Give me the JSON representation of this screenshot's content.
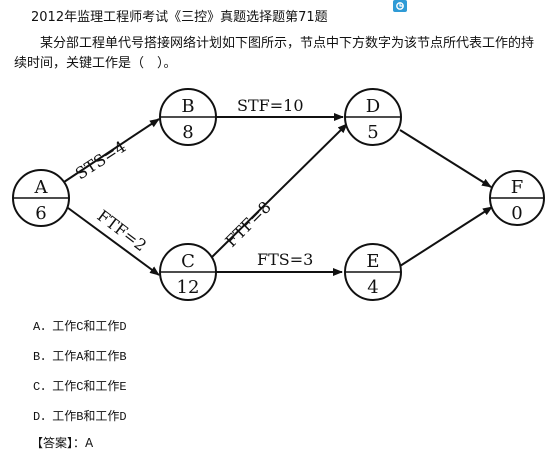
{
  "header": {
    "title": "2012年监理工程师考试《三控》真题选择题第71题",
    "icon": "share-icon"
  },
  "question": {
    "text": "某分部工程单代号搭接网络计划如下图所示，节点中下方数字为该节点所代表工作的持续时间，关键工作是（　）。"
  },
  "diagram": {
    "nodes": [
      {
        "id": "A",
        "label": "A",
        "duration": "6"
      },
      {
        "id": "B",
        "label": "B",
        "duration": "8"
      },
      {
        "id": "C",
        "label": "C",
        "duration": "12"
      },
      {
        "id": "D",
        "label": "D",
        "duration": "5"
      },
      {
        "id": "E",
        "label": "E",
        "duration": "4"
      },
      {
        "id": "F",
        "label": "F",
        "duration": "0"
      }
    ],
    "edges": [
      {
        "from": "A",
        "to": "B",
        "label": "STS=4"
      },
      {
        "from": "A",
        "to": "C",
        "label": "FTF=2"
      },
      {
        "from": "B",
        "to": "D",
        "label": "STF=10"
      },
      {
        "from": "C",
        "to": "D",
        "label": "FTF=8"
      },
      {
        "from": "C",
        "to": "E",
        "label": "FTS=3"
      },
      {
        "from": "D",
        "to": "F",
        "label": ""
      },
      {
        "from": "E",
        "to": "F",
        "label": ""
      }
    ]
  },
  "options": [
    {
      "text": "A．工作C和工作D"
    },
    {
      "text": "B．工作A和工作B"
    },
    {
      "text": "C．工作C和工作E"
    },
    {
      "text": "D．工作B和工作D"
    }
  ],
  "answer": {
    "text": "【答案】：A"
  }
}
